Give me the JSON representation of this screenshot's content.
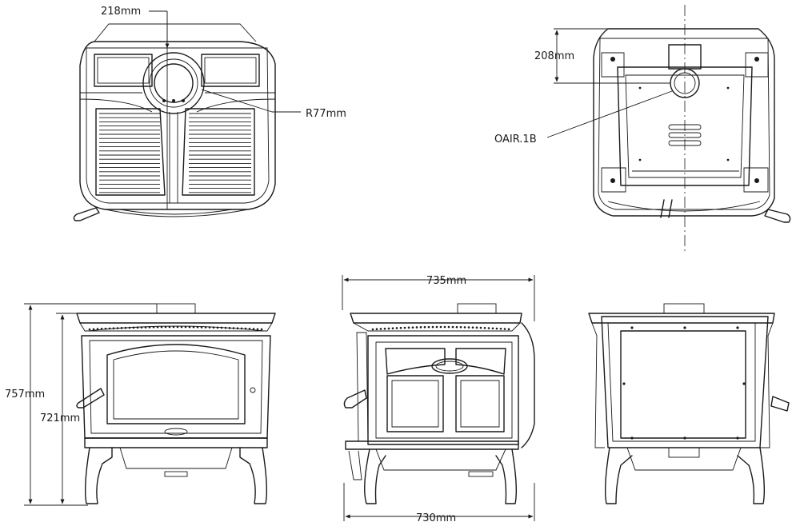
{
  "dimensions": {
    "top_view_offset": "218mm",
    "flue_radius": "R77mm",
    "rear_view_offset": "208mm",
    "outside_air_kit": "OAIR.1B",
    "overall_height": "757mm",
    "door_height": "721mm",
    "top_width": "735mm",
    "base_width": "730mm"
  }
}
